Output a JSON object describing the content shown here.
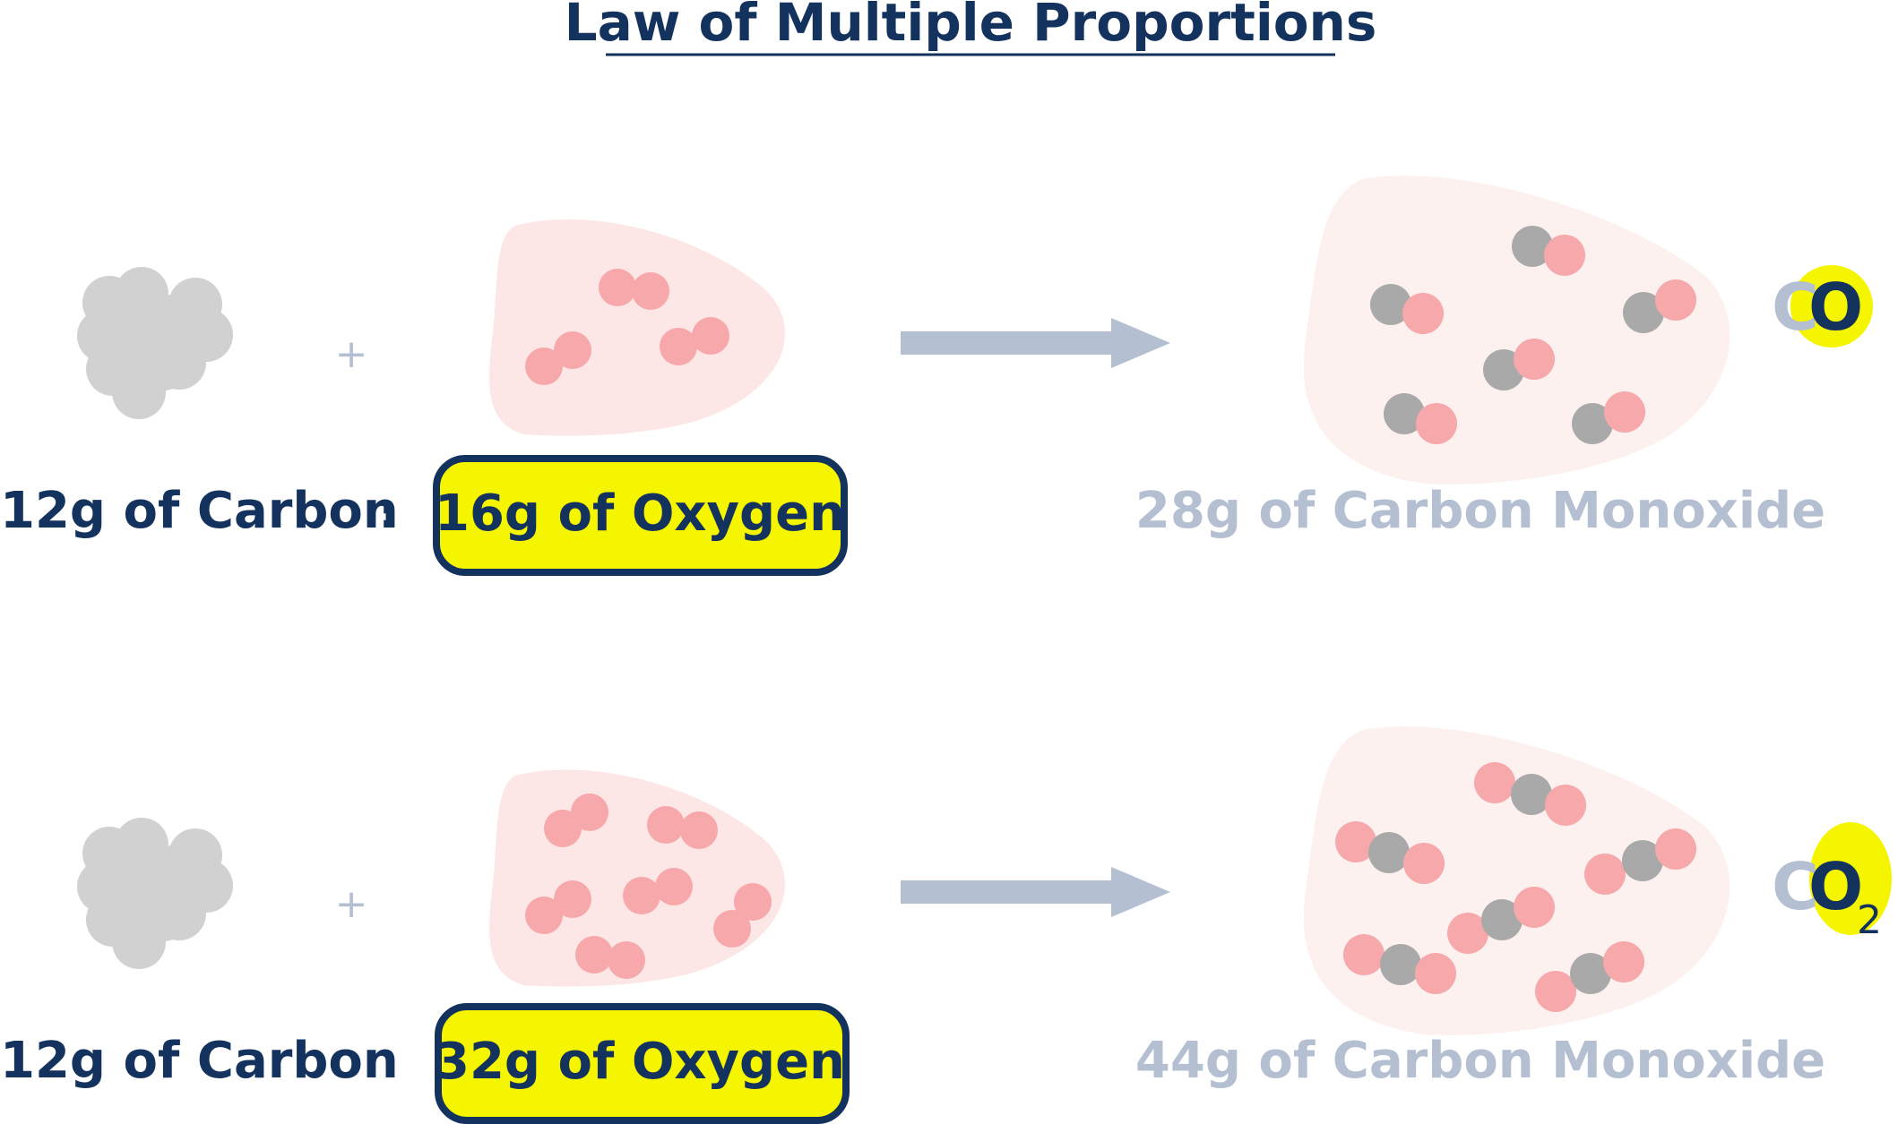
{
  "title": "Law of Multiple Proportions",
  "rows": [
    {
      "carbon_label": "12g of Carbon",
      "plus": "+",
      "ratio_sep": ":",
      "oxygen_label": "16g of Oxygen",
      "product_label": "28g of Carbon Monoxide",
      "formula": {
        "c": "C",
        "o": "O",
        "subscript": ""
      },
      "oxygen_molecule_count": 3,
      "product_molecule_count": 6
    },
    {
      "carbon_label": "12g of Carbon",
      "plus": "+",
      "ratio_sep": ":",
      "oxygen_label": "32g of Oxygen",
      "product_label": "44g of Carbon Monoxide",
      "formula": {
        "c": "C",
        "o": "O",
        "subscript": "2"
      },
      "oxygen_molecule_count": 6,
      "product_molecule_count": 6
    }
  ],
  "colors": {
    "navy": "#14325e",
    "highlight": "#f5f500",
    "carbon_gray": "#a9a9a9",
    "carbon_light": "#d1d1d1",
    "oxygen_pink": "#f7a8aa",
    "oxygen_blob": "#fde6e6",
    "product_blob": "#fdf1f0",
    "faded": "#b4bfd2",
    "arrow": "#b4bfd2"
  }
}
